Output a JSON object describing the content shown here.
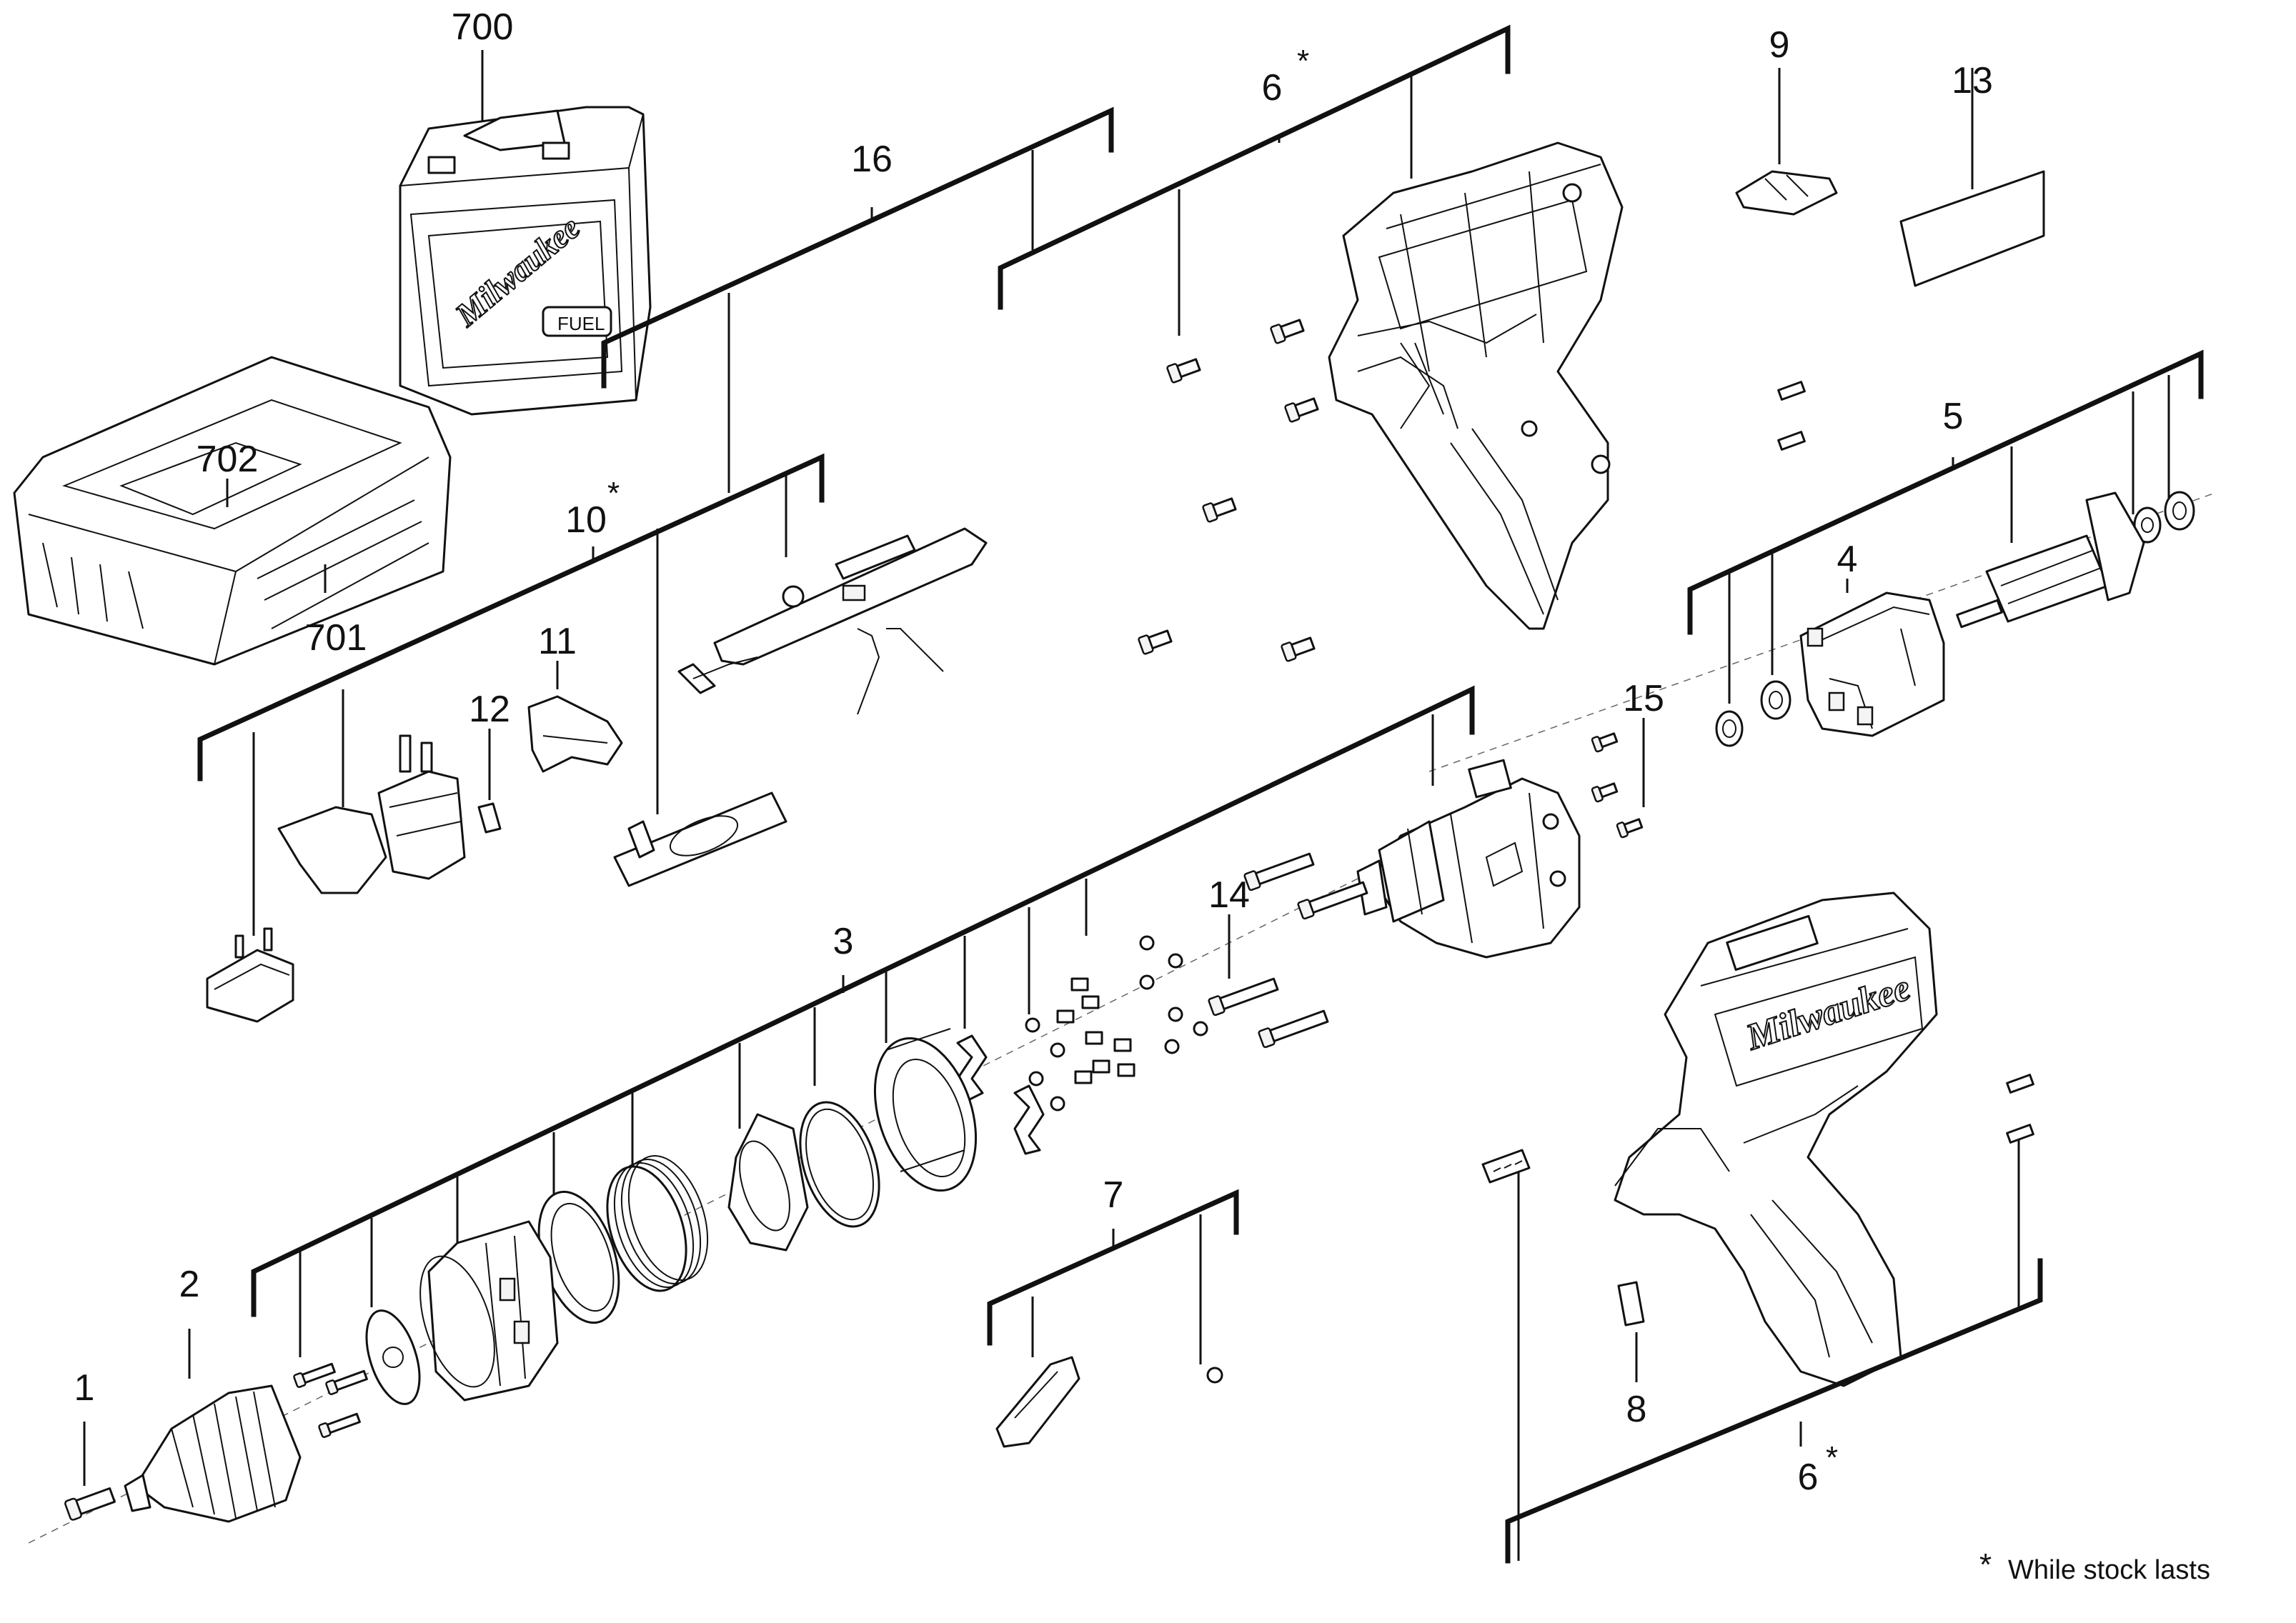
{
  "callouts": {
    "c1": "1",
    "c2": "2",
    "c3": "3",
    "c4": "4",
    "c5": "5",
    "c6a": "6",
    "c6b": "6",
    "c7": "7",
    "c8": "8",
    "c9": "9",
    "c10": "10",
    "c11": "11",
    "c12": "12",
    "c13": "13",
    "c14": "14",
    "c15": "15",
    "c16": "16",
    "c700": "700",
    "c701": "701",
    "c702": "702"
  },
  "asterisk": "*",
  "footnote": "While stock lasts",
  "brand": {
    "logo_text": "Milwaukee",
    "fuel_text": "FUEL"
  }
}
